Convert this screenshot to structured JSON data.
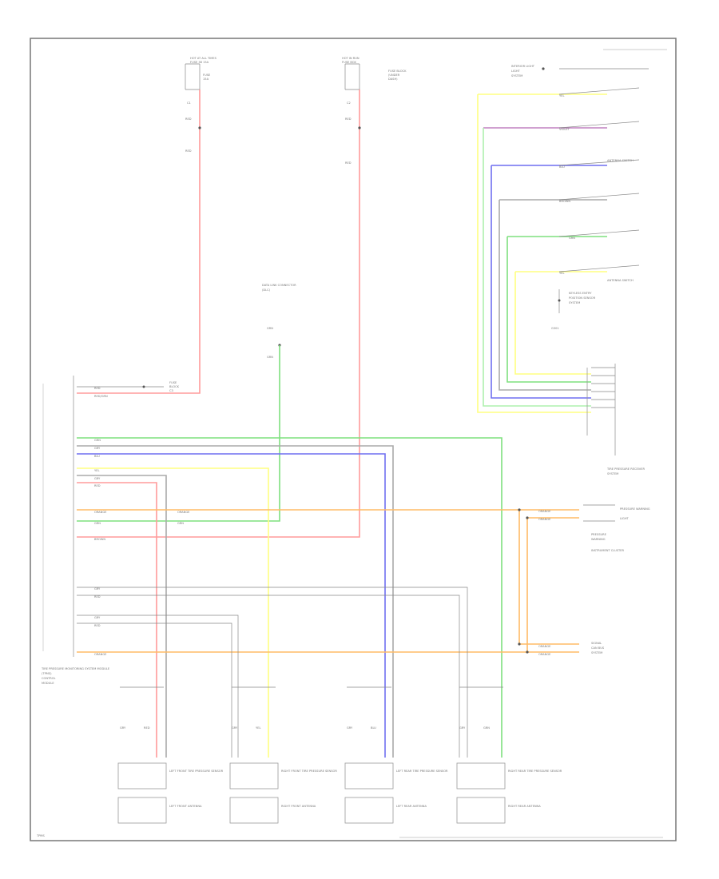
{
  "colors": {
    "red": "#ff9b9b",
    "green": "#7fe07f",
    "blue": "#6f6ff0",
    "yellow": "#ffff80",
    "orange": "#ffbb66",
    "gray": "#aaaaaa",
    "pink": "#ff5a7a",
    "violet": "#c080c0",
    "lightgreen": "#aef0ae"
  },
  "labels": {
    "fuse_left": "HOT AT ALL TIMES",
    "fuse_left_sub": "FUSE 38 15A",
    "fuse_mid": "HOT IN RUN",
    "fuse_mid_sub": "FUSE BOX",
    "fuse_mid_desc": "FUSE BLOCK",
    "diag": "DATA LINK CONNECTOR",
    "module": "TIRE PRESSURE MONITORING SYSTEM MODULE",
    "wire_red": "RED",
    "wire_red2": "RED/GRN",
    "wire_grn": "GRN",
    "wire_blu": "BLU",
    "wire_yel": "YEL",
    "wire_org": "ORANGE",
    "wire_gry": "GRY",
    "wire_brn": "BROWN",
    "switch_header": "ANTENNA SWITCH",
    "switch_sub": "INTERIOR LIGHT",
    "ground": "G301",
    "cluster": "INSTRUMENT CLUSTER",
    "cluster_pins": "PRESSURE WARNING",
    "keyless": "KEYLESS ENTRY",
    "receiver": "TIRE PRESSURE RECEIVER",
    "sensor1": "LEFT FRONT TIRE PRESSURE SENSOR",
    "sensor2": "RIGHT FRONT TIRE PRESSURE SENSOR",
    "sensor3": "LEFT REAR TIRE PRESSURE SENSOR",
    "sensor4": "RIGHT REAR TIRE PRESSURE SENSOR",
    "antenna1": "LEFT FRONT ANTENNA",
    "antenna2": "RIGHT FRONT ANTENNA",
    "antenna3": "LEFT REAR ANTENNA",
    "antenna4": "RIGHT REAR ANTENNA",
    "footer": "TPMS"
  }
}
